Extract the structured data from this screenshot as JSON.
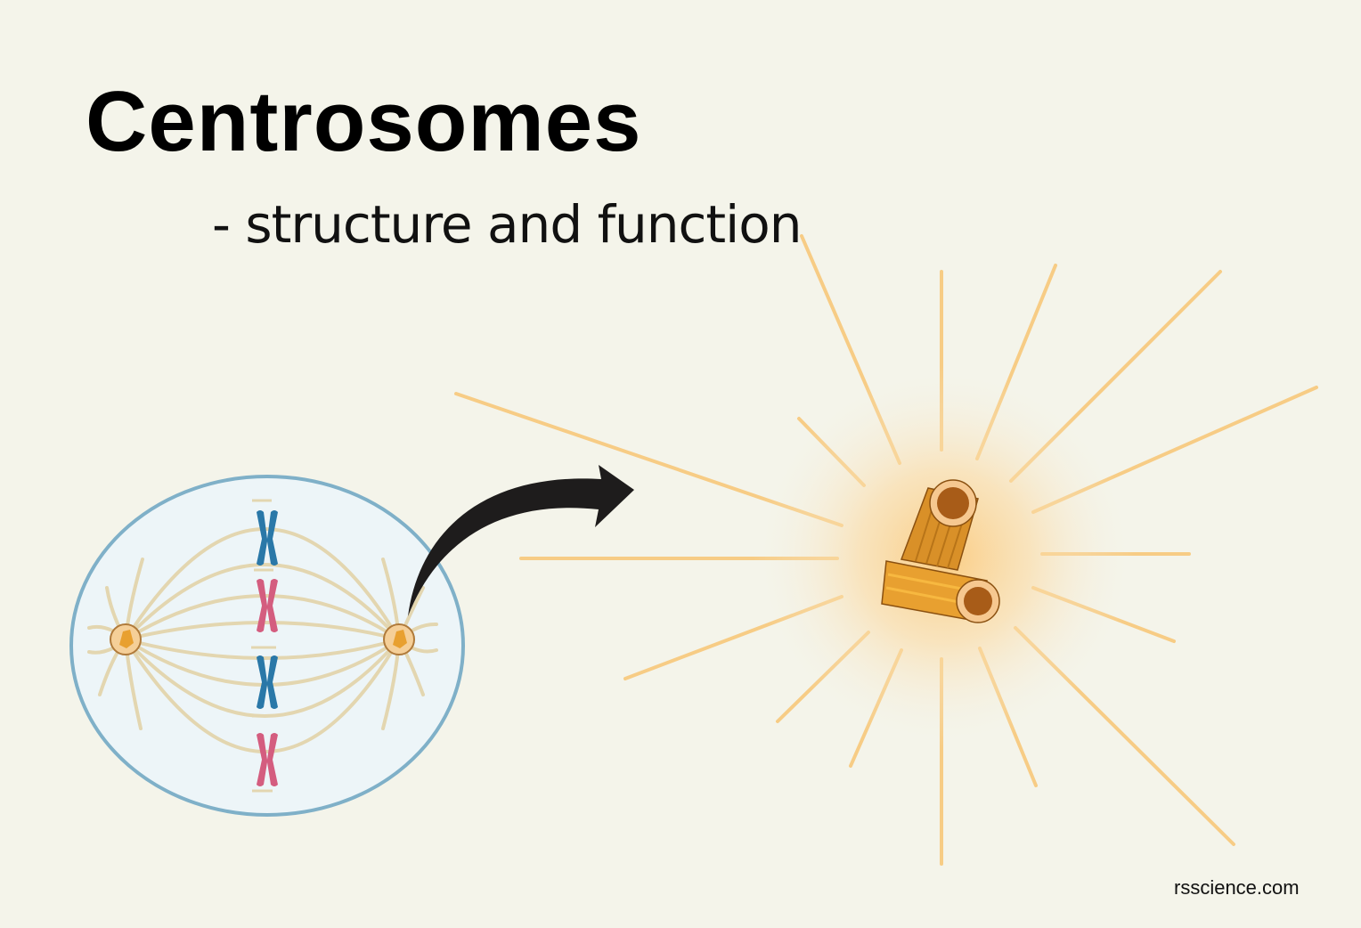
{
  "title": "Centrosomes",
  "subtitle": "- structure and function",
  "credit": "rsscience.com",
  "diagram": {
    "left_panel": "cell in metaphase with spindle fibers and two centrosomes at poles",
    "chromosomes": [
      {
        "color": "blue",
        "hex": "#2a78a8"
      },
      {
        "color": "pink",
        "hex": "#d45d7f"
      },
      {
        "color": "blue",
        "hex": "#2a78a8"
      },
      {
        "color": "pink",
        "hex": "#d45d7f"
      }
    ],
    "arrow": "curved black arrow from right centrosome to enlarged view",
    "right_panel": "enlarged centrosome: two perpendicular centrioles with radiating microtubules and orange glow"
  },
  "colors": {
    "background": "#f4f4ea",
    "cell_fill": "#edf5f8",
    "cell_border": "#7fb0c8",
    "spindle": "#e3d6b0",
    "centriole": "#e8a030",
    "ray": "#f7cc85"
  }
}
